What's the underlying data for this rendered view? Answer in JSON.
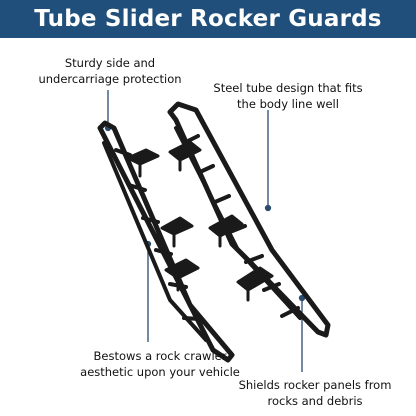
{
  "banner": {
    "title": "Tube Slider Rocker Guards",
    "background_color": "#1f4f7a",
    "text_color": "#ffffff"
  },
  "callouts": [
    {
      "lines": [
        "Sturdy side and",
        "undercarriage protection"
      ]
    },
    {
      "lines": [
        "Steel tube design that fits",
        "the body line well"
      ]
    },
    {
      "lines": [
        "Bestows a rock crawler",
        "aesthetic upon your vehicle"
      ]
    },
    {
      "lines": [
        "Shields rocker panels from",
        "rocks and debris"
      ]
    }
  ],
  "product": {
    "name": "rocker-guard-pair",
    "color": "#1a1a1a",
    "leader_line_color": "#2b4c6f"
  }
}
